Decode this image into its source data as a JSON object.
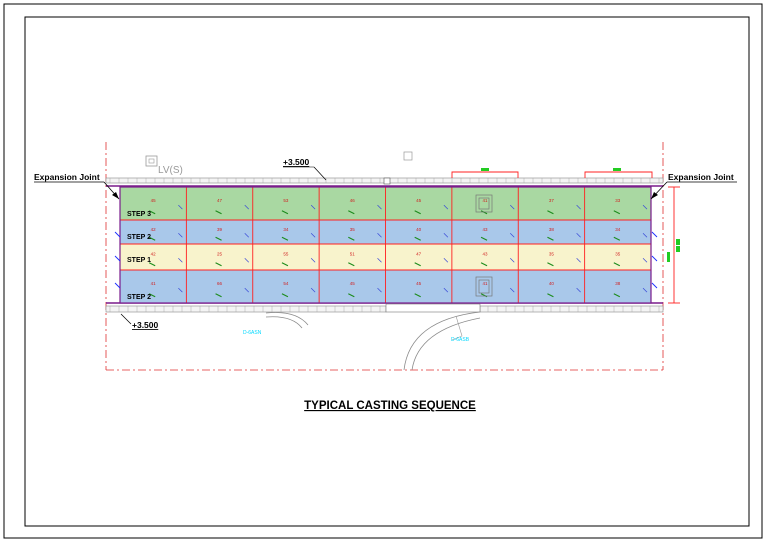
{
  "drawing": {
    "title": "TYPICAL CASTING SEQUENCE",
    "level_top": "+3.500",
    "level_bottom": "+3.500",
    "expansion_left": "Expansion Joint",
    "expansion_right": "Expansion Joint",
    "lvs_tag": "LV(S)",
    "door_tag_left": "D-6ASN",
    "door_tag_right": "D-6ASB",
    "strip_labels": [
      "STEP 3",
      "STEP 2",
      "STEP 1",
      "STEP 2"
    ],
    "cell_numbers": [
      [
        "45",
        "47",
        "53",
        "46",
        "45",
        "41",
        "37",
        "33"
      ],
      [
        "42",
        "39",
        "34",
        "35",
        "40",
        "43",
        "38",
        "34"
      ],
      [
        "42",
        "25",
        "55",
        "51",
        "47",
        "43",
        "35",
        "35"
      ],
      [
        "41",
        "66",
        "54",
        "45",
        "45",
        "41",
        "40",
        "38"
      ]
    ]
  },
  "colors": {
    "step3_fill": "#a9d8a2",
    "step2_fill": "#a9c8ea",
    "step1_fill": "#f8f3cc",
    "grid_red": "#ff2020",
    "outline_purple": "#7a1c8c",
    "centerline_red": "#e03030",
    "green_marker": "#22cc22",
    "cyan_tag": "#00d8ff"
  }
}
